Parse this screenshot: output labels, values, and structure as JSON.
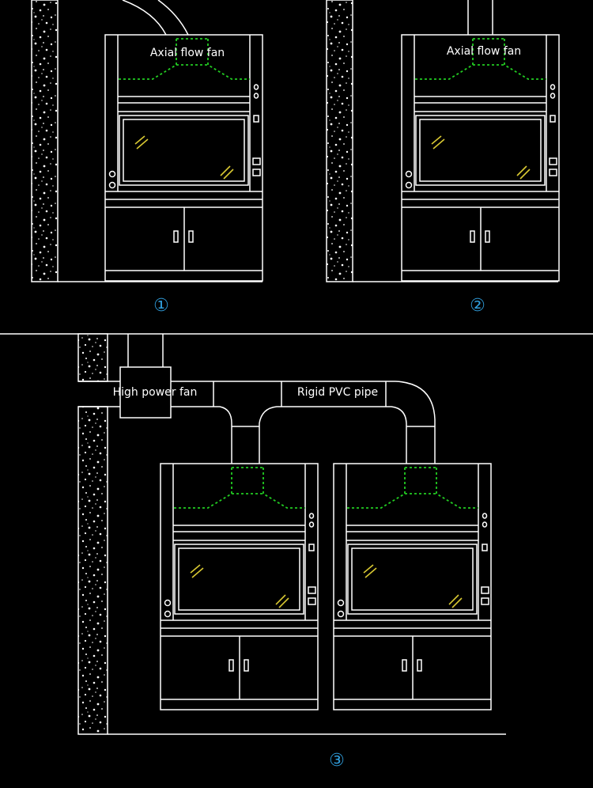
{
  "diagram_1": {
    "number": "①",
    "fan_label": "Axial flow fan"
  },
  "diagram_2": {
    "number": "②",
    "fan_label": "Axial flow fan"
  },
  "diagram_3": {
    "number": "③",
    "fan_label": "High power fan",
    "pipe_label": "Rigid PVC pipe"
  },
  "colors": {
    "background": "#000000",
    "line": "#ffffff",
    "fan_dashed": "#22cc22",
    "glass_mark": "#d8c832",
    "number": "#2f9bd8"
  }
}
